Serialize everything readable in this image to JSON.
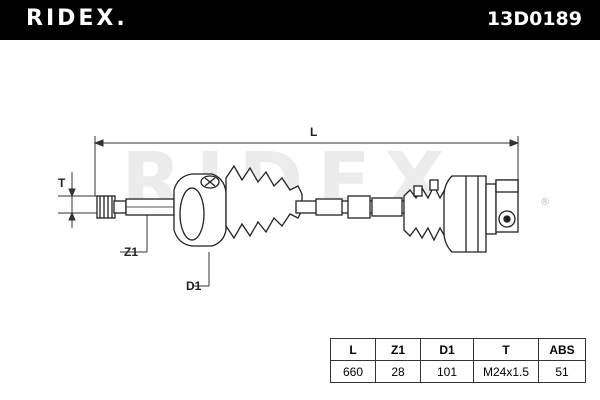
{
  "header": {
    "brand": "RIDEX.",
    "part_number": "13D0189"
  },
  "diagram": {
    "watermark": "RIDEX",
    "dim_labels": {
      "length": "L",
      "thread": "T",
      "teeth": "Z1",
      "diameter": "D1"
    }
  },
  "specs": {
    "headers": [
      "L",
      "Z1",
      "D1",
      "T",
      "ABS"
    ],
    "values": [
      "660",
      "28",
      "101",
      "M24x1.5",
      "51"
    ]
  }
}
